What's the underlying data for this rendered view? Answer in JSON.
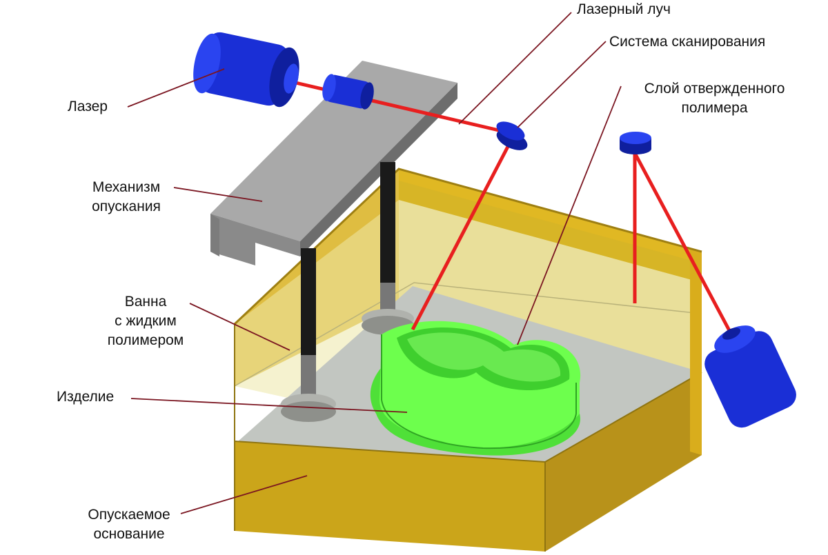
{
  "labels": {
    "laser_beam": "Лазерный луч",
    "scanning_system": "Система сканирования",
    "cured_layer_1": "Слой отвержденного",
    "cured_layer_2": "полимера",
    "laser": "Лазер",
    "lowering_1": "Механизм",
    "lowering_2": "опускания",
    "vat_1": "Ванна",
    "vat_2": "с жидким",
    "vat_3": "полимером",
    "part": "Изделие",
    "platform_1": "Опускаемое",
    "platform_2": "основание"
  },
  "colors": {
    "laser_body": "#1a2fd6",
    "laser_body_dark": "#0b1a8c",
    "beam": "#e81f1f",
    "leader": "#7a1520",
    "arm": "#8f8f8f",
    "arm_top": "#a8a8a8",
    "vat_gold": "#c9a417",
    "vat_side": "#dcb522",
    "resin": "#e4e0a4",
    "part_green": "#6dff4d",
    "part_green_dark": "#37c72a",
    "base_plate": "#c3c7c2",
    "rod": "#1a1a1a"
  }
}
